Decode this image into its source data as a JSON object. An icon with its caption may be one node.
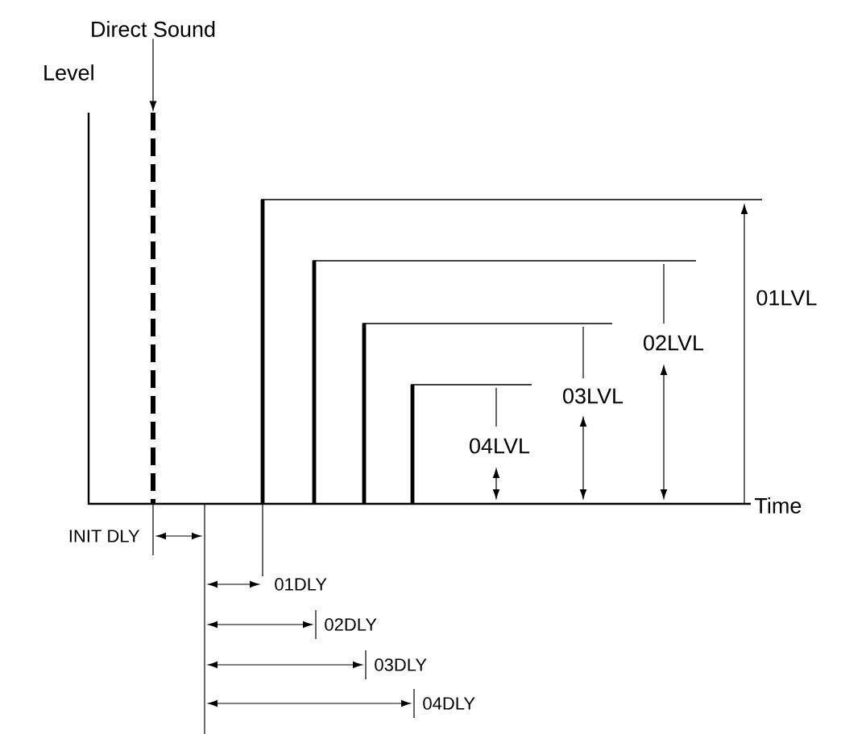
{
  "diagram": {
    "nodes": [
      {
        "text": [
          "Direct Sound"
        ]
      },
      {
        "text": [],
        "shape": "bar"
      }
    ],
    "edges": [
      {
        "from": 0,
        "to": 1,
        "arrow": "to"
      }
    ],
    "labels": [
      "Level",
      "01LVL",
      "02LVL",
      "03LVL",
      "04LVL",
      "Time",
      "INIT DLY",
      "01DLY",
      "02DLY",
      "03DLY",
      "04DLY"
    ]
  }
}
